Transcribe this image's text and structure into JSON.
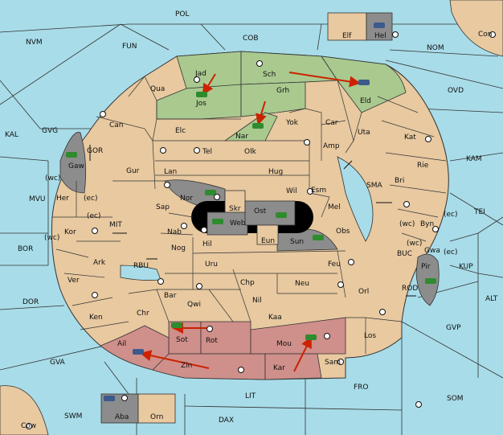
{
  "colors": {
    "sea": "#a8dce8",
    "land": "#e8c9a0",
    "green": "#a9c98f",
    "red": "#cf8f8a",
    "gray": "#8c8c8c",
    "black": "#000000",
    "arrow": "#cc2200",
    "unit_green": "#2e8b2e",
    "unit_blue": "#3c5a8c"
  },
  "labels": {
    "POL": "POL",
    "NVM": "NVM",
    "FUN": "FUN",
    "COB": "COB",
    "NOM": "NOM",
    "Con": "Con",
    "Elf": "Elf",
    "Hel": "Hel",
    "OVD": "OVD",
    "KAL": "KAL",
    "GVG": "GVG",
    "KAM": "KAM",
    "MVU": "MVU",
    "TEI": "TEI",
    "BOR": "BOR",
    "KUP": "KUP",
    "DOR": "DOR",
    "ALT": "ALT",
    "GVA": "GVA",
    "GVP": "GVP",
    "FRO": "FRO",
    "SOM": "SOM",
    "LIT": "LIT",
    "SWM": "SWM",
    "DAX": "DAX",
    "Cow": "Cow",
    "Aba": "Aba",
    "Orn": "Orn",
    "Jad": "Jad",
    "Sch": "Sch",
    "Qua": "Qua",
    "Jos": "Jos",
    "Grh": "Grh",
    "Eld": "Eld",
    "Can": "Can",
    "Yok": "Yok",
    "Car": "Car",
    "Uta": "Uta",
    "Elc": "Elc",
    "Nar": "Nar",
    "Kat": "Kat",
    "Tel": "Tel",
    "Olk": "Olk",
    "Amp": "Amp",
    "Gaw": "Gaw",
    "GOR": "GOR",
    "Gur": "Gur",
    "Lan": "Lan",
    "Hug": "Hug",
    "Rie": "Rie",
    "Bri": "Bri",
    "wc": "(wc)",
    "ec": "(ec)",
    "Her": "Her",
    "Nor": "Nor",
    "Skr": "Skr",
    "Wil": "Wil",
    "Esm": "Esm",
    "SMA": "SMA",
    "Sap": "Sap",
    "Ost": "Ost",
    "Mel": "Mel",
    "Web": "Web",
    "Byn": "Byn",
    "MIT": "MIT",
    "Kor": "Kor",
    "Nab": "Nab",
    "Eun": "Eun",
    "Obs": "Obs",
    "Gwa": "Gwa",
    "Sun": "Sun",
    "Hil": "Hil",
    "Ark": "Ark",
    "Nog": "Nog",
    "BUC": "BUC",
    "RBU": "RBU",
    "Uru": "Uru",
    "Feu": "Feu",
    "Pir": "Pir",
    "Ver": "Ver",
    "Chp": "Chp",
    "Neu": "Neu",
    "Bar": "Bar",
    "Orl": "Orl",
    "ROD": "ROD",
    "Qwi": "Qwi",
    "Nil": "Nil",
    "Chr": "Chr",
    "Ken": "Ken",
    "Kaa": "Kaa",
    "Sot": "Sot",
    "Rot": "Rot",
    "Los": "Los",
    "Ail": "Ail",
    "Mou": "Mou",
    "Zin": "Zin",
    "Kar": "Kar",
    "Sam": "Sam"
  }
}
